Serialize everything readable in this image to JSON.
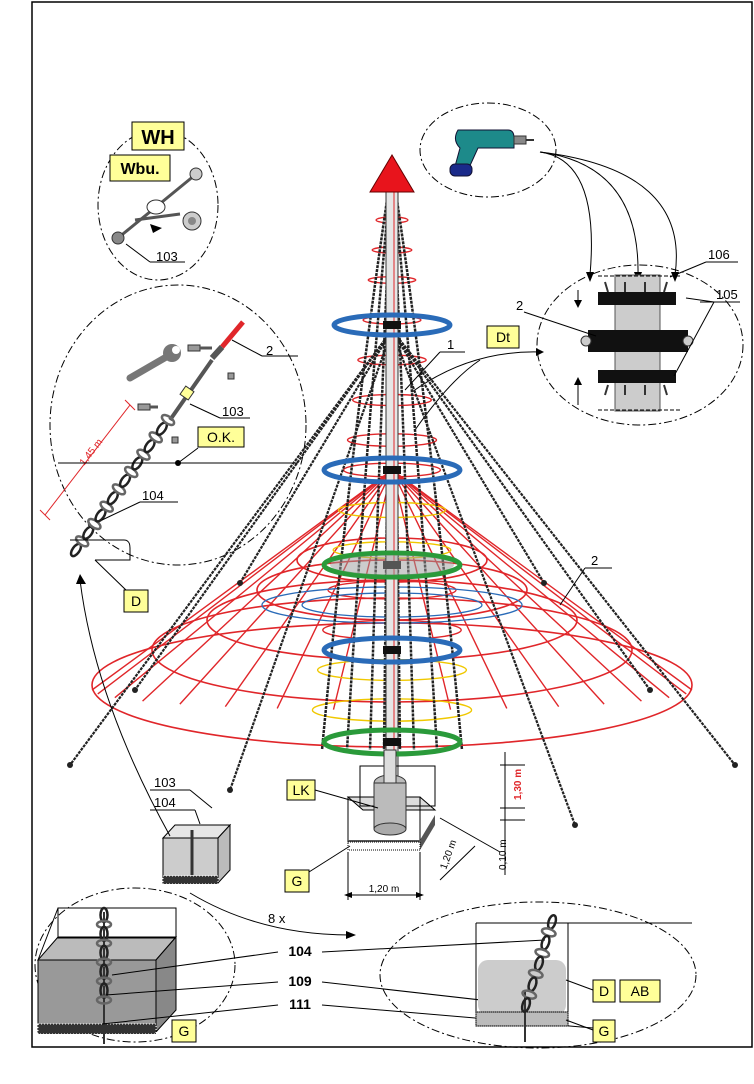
{
  "labels": {
    "wh": "WH",
    "wbu": "Wbu.",
    "n103": "103",
    "n2": "2",
    "n104": "104",
    "n1": "1",
    "n106": "106",
    "n105": "105",
    "n109": "109",
    "n111": "111",
    "dt": "Dt",
    "ok": "O.K.",
    "d": "D",
    "lk": "LK",
    "g": "G",
    "ab": "AB",
    "times8": "8 x"
  },
  "dimensions": {
    "chain_length": "1,45 m",
    "height": "1,30 m",
    "width_a": "1,20 m",
    "width_b": "1,20 m",
    "depth": "0,10 m"
  },
  "colors": {
    "net": "#e0262a",
    "ring_blue": "#2a6bb8",
    "ring_green": "#2a9a3a",
    "ring_yellow": "#f0c800",
    "cone": "#e8141c",
    "label_bg": "#ffff99",
    "drill": "#1d8a8a"
  },
  "icons": [
    "drill-icon",
    "wrench-icon",
    "chain-icon",
    "bolt-icon"
  ]
}
